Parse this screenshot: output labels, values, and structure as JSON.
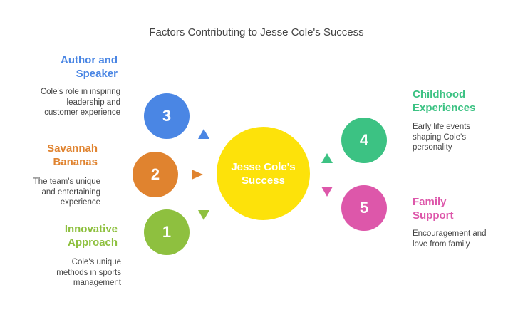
{
  "title": "Factors Contributing to Jesse Cole's Success",
  "center": {
    "label": "Jesse Cole's Success",
    "color": "#fde20a"
  },
  "factors": [
    {
      "number": "1",
      "heading": "Innovative Approach",
      "description": "Cole's unique methods in sports management",
      "color": "#8ec03f",
      "arrow": "down"
    },
    {
      "number": "2",
      "heading": "Savannah Bananas",
      "description": "The team's unique and entertaining experience",
      "color": "#e0832f",
      "arrow": "right"
    },
    {
      "number": "3",
      "heading": "Author and Speaker",
      "description": "Cole's role in inspiring leadership and customer experience",
      "color": "#4a86e4",
      "arrow": "up"
    },
    {
      "number": "4",
      "heading": "Childhood Experiences",
      "description": "Early life events shaping Cole's personality",
      "color": "#3cc283",
      "arrow": "up"
    },
    {
      "number": "5",
      "heading": "Family Support",
      "description": "Encouragement and love from family",
      "color": "#dd57aa",
      "arrow": "down"
    }
  ]
}
